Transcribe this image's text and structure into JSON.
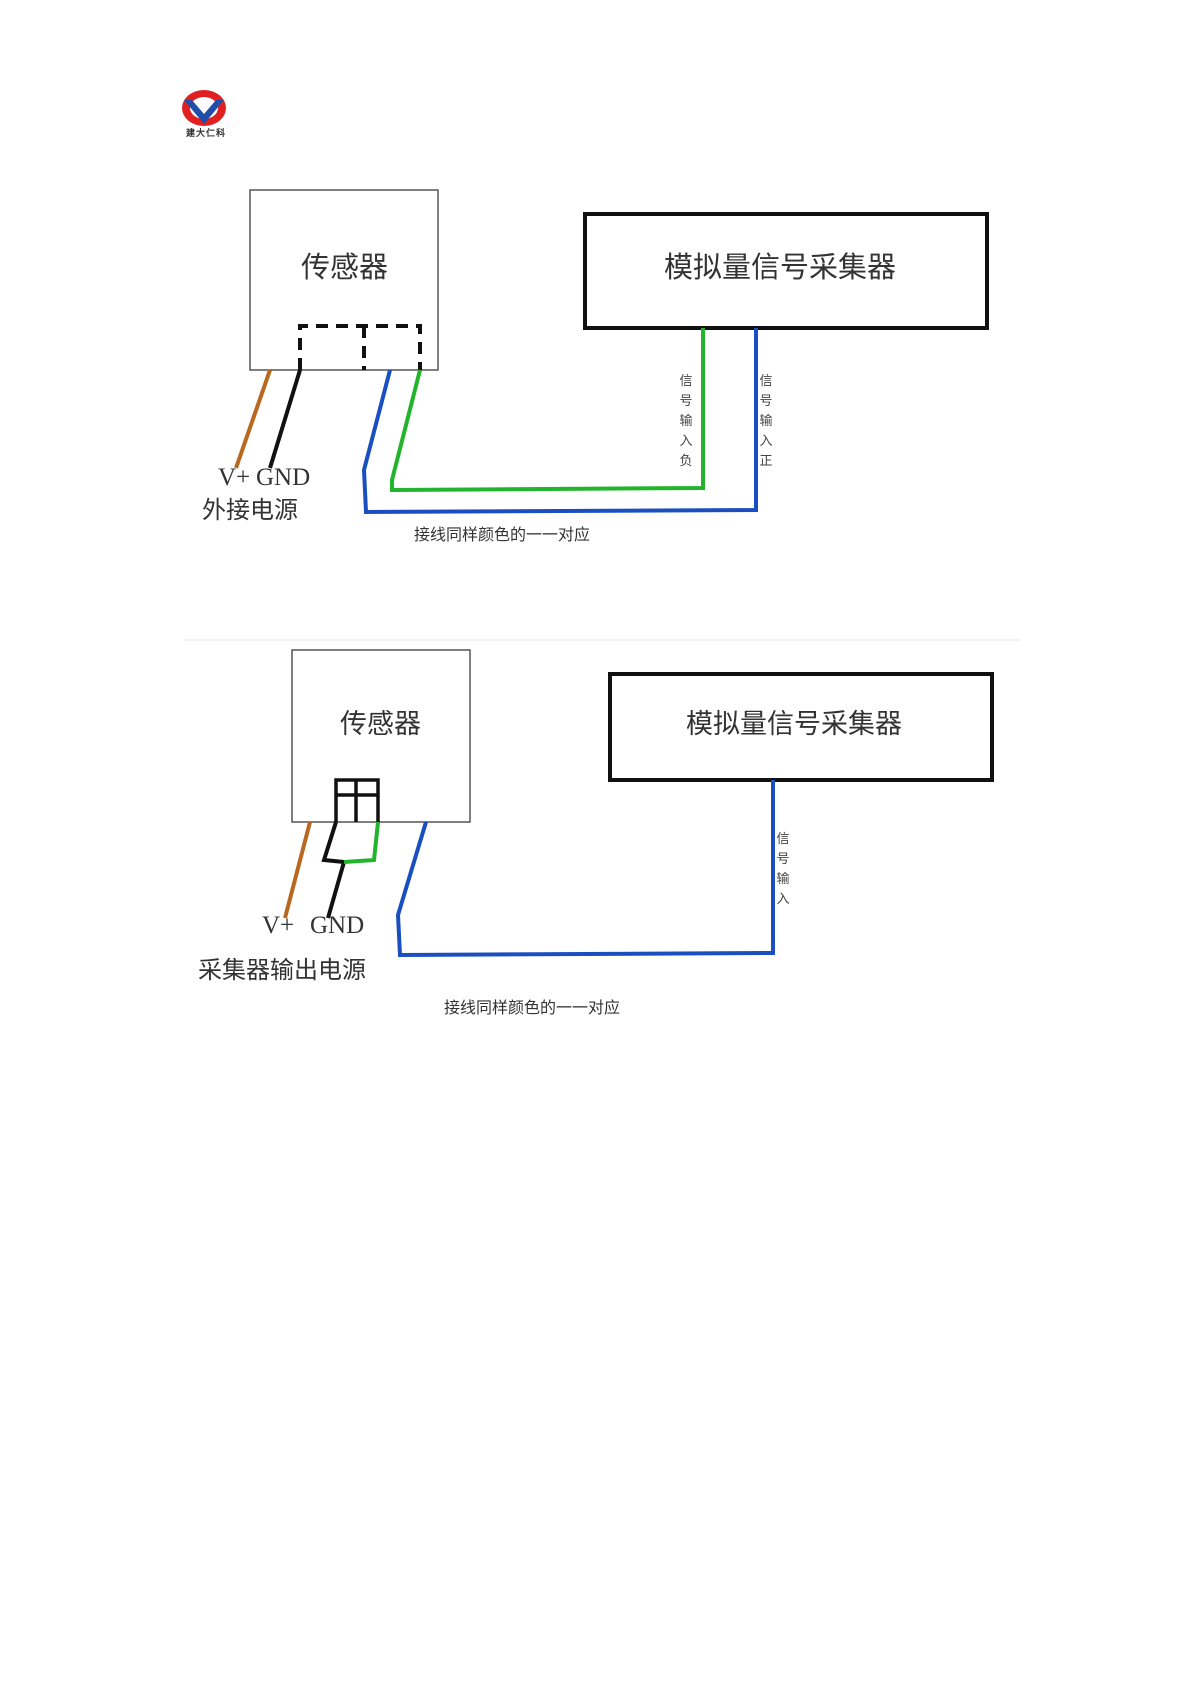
{
  "logo": {
    "text": "建大仁科",
    "colors": {
      "red": "#e02020",
      "blue": "#1f4fa8"
    }
  },
  "diagram1": {
    "sensor_label": "传感器",
    "collector_label": "模拟量信号采集器",
    "power_label_vplus": "V+",
    "power_label_gnd": "GND",
    "power_caption": "外接电源",
    "signal_neg": "信号输入负",
    "signal_pos": "信号输入正",
    "note": "接线同样颜色的一一对应"
  },
  "diagram2": {
    "sensor_label": "传感器",
    "collector_label": "模拟量信号采集器",
    "power_label_vplus": "V+",
    "power_label_gnd": "GND",
    "power_caption": "采集器输出电源",
    "signal_in": "信号输入",
    "note": "接线同样颜色的一一对应"
  },
  "wire_colors": {
    "brown": "#b8681f",
    "black": "#111111",
    "blue": "#1a4fc0",
    "green": "#22b42a"
  }
}
